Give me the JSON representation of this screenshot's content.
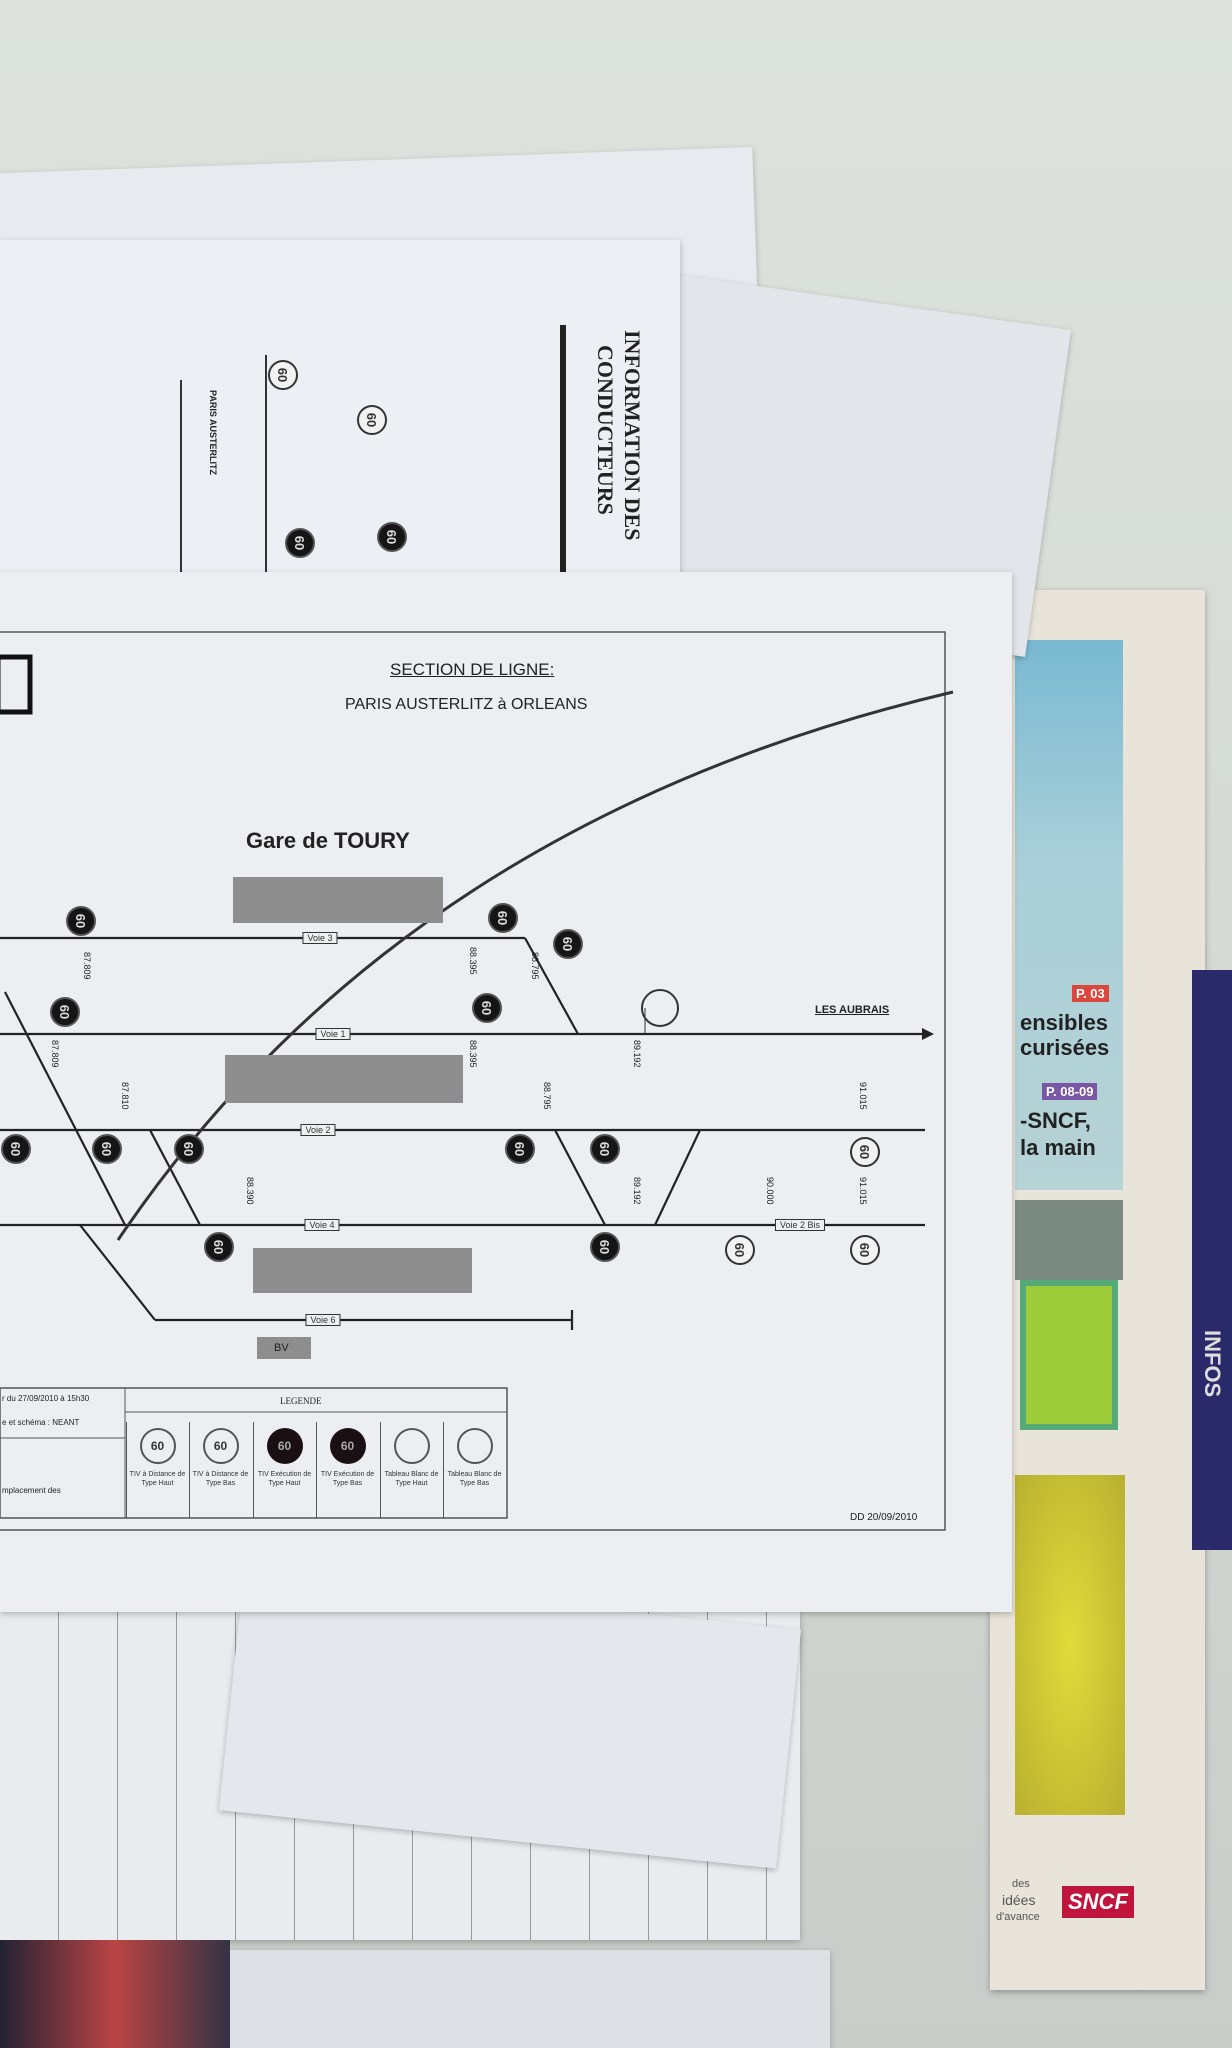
{
  "back_paper": {
    "title_line1": "INFORMATION DES",
    "title_line2": "CONDUCTEURS",
    "direction": "PARIS AUSTERLITZ",
    "sign_value": "60"
  },
  "diagram": {
    "title": "SECTION DE LIGNE:",
    "subtitle": "PARIS AUSTERLITZ à ORLEANS",
    "station": "Gare de TOURY",
    "direction_label": "LES AUBRAIS",
    "building_label": "BV",
    "tracks": [
      "Voie 3",
      "Voie 1",
      "Voie 2",
      "Voie 4",
      "Voie 2 Bis",
      "Voie 6"
    ],
    "km_markers": [
      "87.809",
      "87.809",
      "87.810",
      "88.390",
      "88.395",
      "88.395",
      "88.795",
      "88.795",
      "89.192",
      "89.192",
      "90.000",
      "91.015",
      "91.015"
    ],
    "speed_value": "60",
    "footer_date": "DD 20/09/2010",
    "legend": {
      "title": "LEGENDE",
      "notes": [
        "r du 27/09/2010 à 15h30",
        "e et schéma : NEANT",
        "mplacement des"
      ],
      "items": [
        {
          "value": "60",
          "label": "TIV à Distance de Type Haut"
        },
        {
          "value": "60",
          "label": "TIV à Distance de Type Bas"
        },
        {
          "value": "60",
          "label": "TIV Exécution de Type Haut"
        },
        {
          "value": "60",
          "label": "TIV Exécution de Type Bas"
        },
        {
          "value": "",
          "label": "Tableau Blanc de Type Haut"
        },
        {
          "value": "",
          "label": "Tableau Blanc de Type Bas"
        }
      ]
    }
  },
  "magazine": {
    "badge1": "P. 03",
    "line1": "ensibles",
    "line2": "curisées",
    "badge2": "P. 08-09",
    "line3": "-SNCF,",
    "line4": "la main",
    "side_text": "INFOS",
    "slogan1": "des",
    "slogan2": "idées",
    "slogan3": "d'avance",
    "brand": "SNCF"
  },
  "colors": {
    "badge1": "#d9473d",
    "badge2": "#7a56a6",
    "brand": "#c0143c",
    "magazine_blue": "#8fc3d4"
  }
}
